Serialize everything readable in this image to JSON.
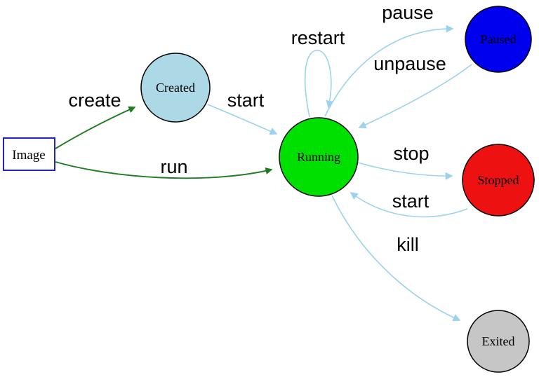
{
  "colors": {
    "background": "#ffffff",
    "edge_blue": "#9cd3ec",
    "edge_green": "#1e7c1e",
    "node_border": "#000000",
    "image_border": "#2222cc",
    "label_color": "#000000"
  },
  "nodes": {
    "image": {
      "label": "Image",
      "shape": "rectangle",
      "fill": "#ffffff"
    },
    "created": {
      "label": "Created",
      "shape": "circle",
      "fill": "#add8e6"
    },
    "running": {
      "label": "Running",
      "shape": "circle",
      "fill": "#00e000"
    },
    "paused": {
      "label": "Paused",
      "shape": "circle",
      "fill": "#0000ee"
    },
    "stopped": {
      "label": "Stopped",
      "shape": "circle",
      "fill": "#ee1111"
    },
    "exited": {
      "label": "Exited",
      "shape": "circle",
      "fill": "#c6c6c6"
    }
  },
  "edges": {
    "create": {
      "label": "create",
      "from": "image",
      "to": "created",
      "color": "#1e7c1e"
    },
    "run": {
      "label": "run",
      "from": "image",
      "to": "running",
      "color": "#1e7c1e"
    },
    "start": {
      "label": "start",
      "from": "created",
      "to": "running",
      "color": "#9cd3ec"
    },
    "restart": {
      "label": "restart",
      "from": "running",
      "to": "running",
      "color": "#9cd3ec"
    },
    "pause": {
      "label": "pause",
      "from": "running",
      "to": "paused",
      "color": "#9cd3ec"
    },
    "unpause": {
      "label": "unpause",
      "from": "paused",
      "to": "running",
      "color": "#9cd3ec"
    },
    "stop": {
      "label": "stop",
      "from": "running",
      "to": "stopped",
      "color": "#9cd3ec"
    },
    "start_again": {
      "label": "start",
      "from": "stopped",
      "to": "running",
      "color": "#9cd3ec"
    },
    "kill": {
      "label": "kill",
      "from": "running",
      "to": "exited",
      "color": "#9cd3ec"
    }
  }
}
